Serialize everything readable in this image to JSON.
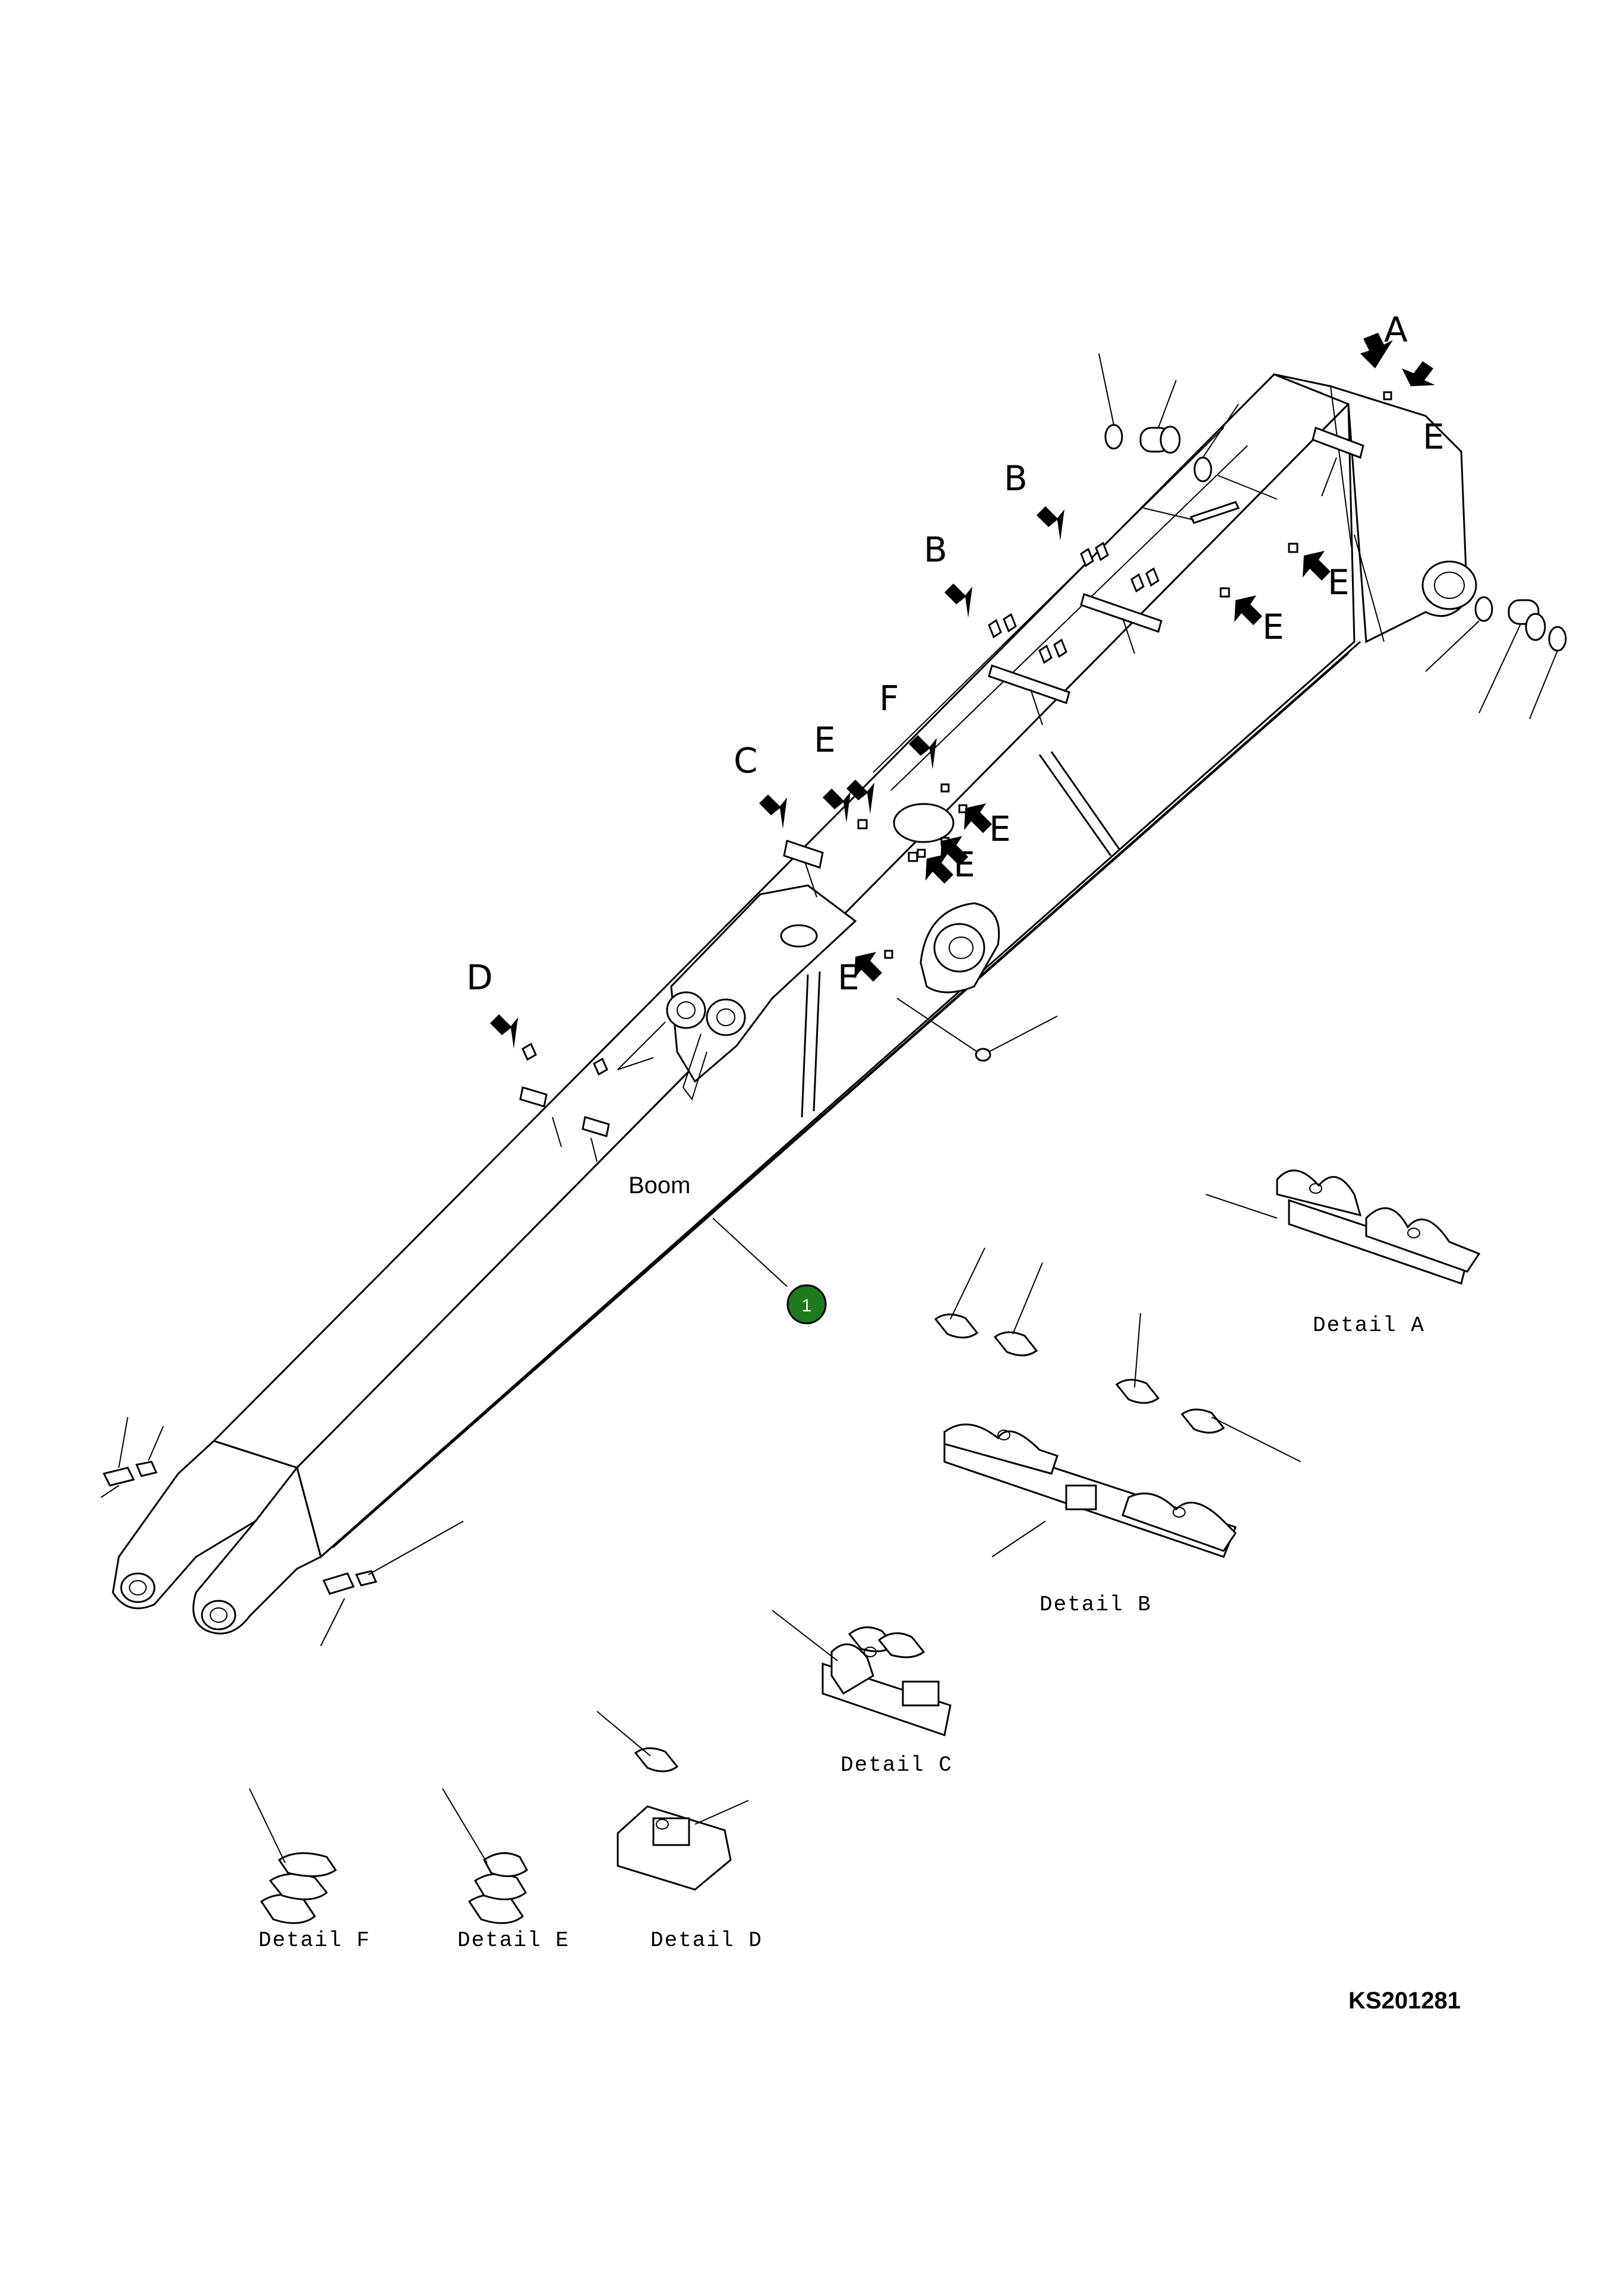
{
  "diagram": {
    "part_label": "Boom",
    "callout_number": "1",
    "callout_color": "#1f7a1f",
    "drawing_code": "KS201281",
    "view_letters": {
      "a": "A",
      "b": "B",
      "c": "C",
      "d": "D",
      "e": "E",
      "f": "F"
    },
    "detail_labels": {
      "a": "Detail A",
      "b": "Detail B",
      "c": "Detail C",
      "d": "Detail D",
      "e": "Detail E",
      "f": "Detail F"
    }
  }
}
